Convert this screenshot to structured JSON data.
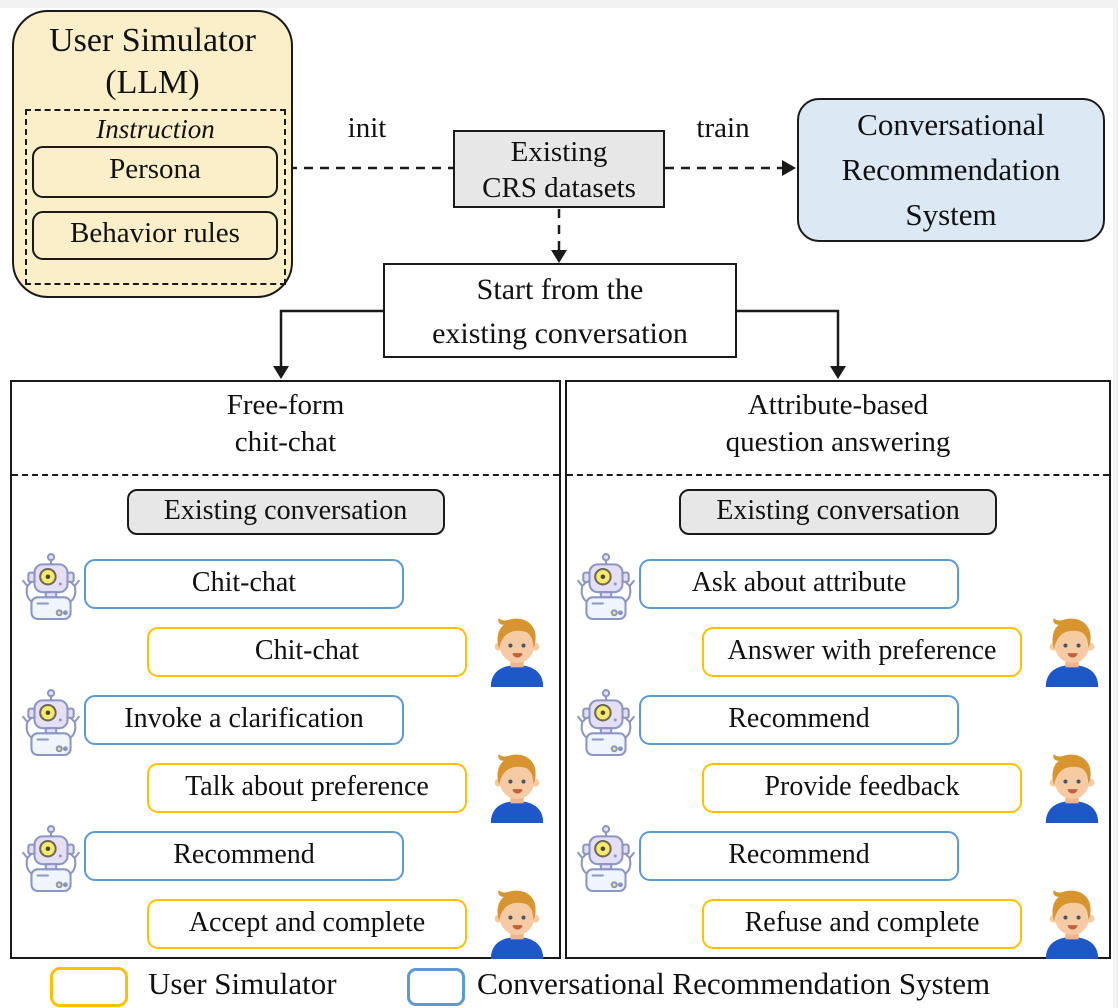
{
  "user_simulator": {
    "title_line1": "User Simulator",
    "title_line2": "(LLM)",
    "instruction_label": "Instruction",
    "persona_label": "Persona",
    "behavior_label": "Behavior rules"
  },
  "datasets_box": {
    "line1": "Existing",
    "line2": "CRS datasets"
  },
  "crs_box": {
    "line1": "Conversational",
    "line2": "Recommendation",
    "line3": "System"
  },
  "edges": {
    "init_label": "init",
    "train_label": "train"
  },
  "start_box": {
    "line1": "Start from the",
    "line2": "existing conversation"
  },
  "panels": [
    {
      "title_line1": "Free-form",
      "title_line2": "chit-chat",
      "existing_label": "Existing conversation",
      "messages": [
        {
          "speaker": "crs",
          "text": "Chit-chat"
        },
        {
          "speaker": "user",
          "text": "Chit-chat"
        },
        {
          "speaker": "crs",
          "text": "Invoke a clarification"
        },
        {
          "speaker": "user",
          "text": "Talk about preference"
        },
        {
          "speaker": "crs",
          "text": "Recommend"
        },
        {
          "speaker": "user",
          "text": "Accept and complete"
        }
      ]
    },
    {
      "title_line1": "Attribute-based",
      "title_line2": "question answering",
      "existing_label": "Existing conversation",
      "messages": [
        {
          "speaker": "crs",
          "text": "Ask about attribute"
        },
        {
          "speaker": "user",
          "text": "Answer with preference"
        },
        {
          "speaker": "crs",
          "text": "Recommend"
        },
        {
          "speaker": "user",
          "text": "Provide feedback"
        },
        {
          "speaker": "crs",
          "text": "Recommend"
        },
        {
          "speaker": "user",
          "text": "Refuse and complete"
        }
      ]
    }
  ],
  "legend": {
    "user_label": "User Simulator",
    "crs_label": "Conversational Recommendation System"
  },
  "icons": {
    "robot": "robot-icon",
    "user": "user-avatar-icon"
  },
  "colors": {
    "user_accent": "#FFC000",
    "crs_accent": "#5B9BD5",
    "simulator_fill": "#FBEFC9",
    "crs_fill": "#DCE9F5",
    "gray_fill": "#E7E7E7",
    "line": "#1A1A1A"
  }
}
